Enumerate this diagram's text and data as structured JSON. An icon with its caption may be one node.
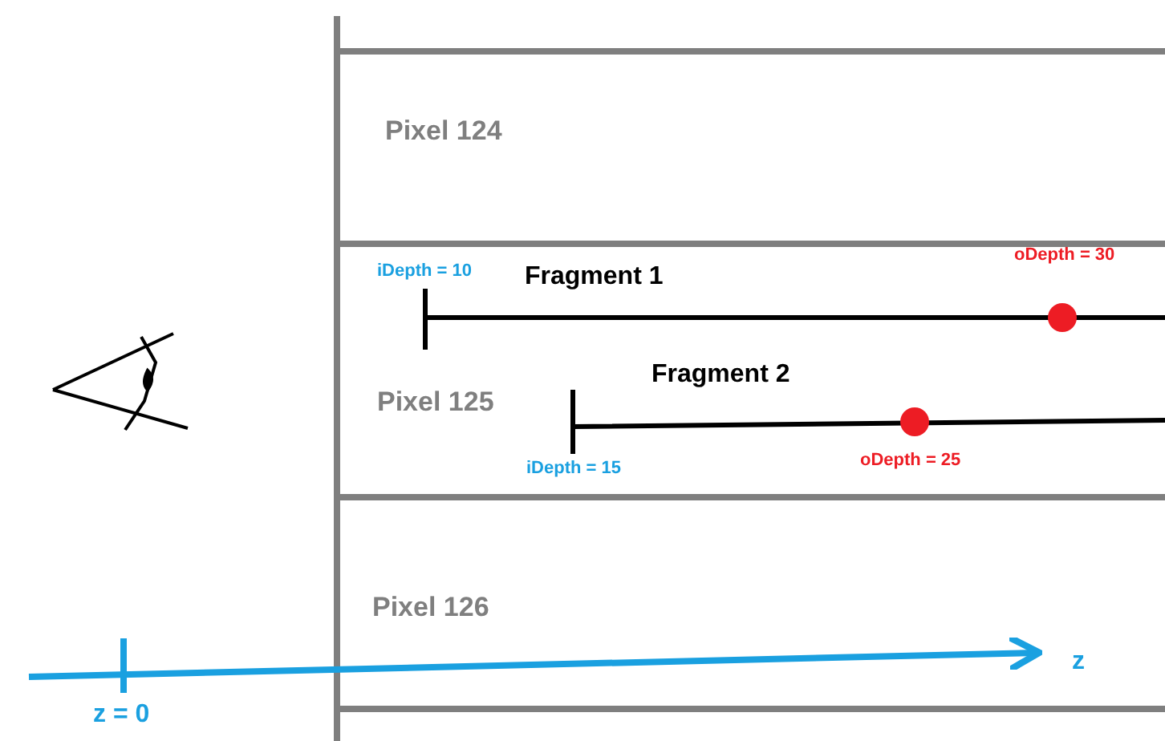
{
  "diagram": {
    "nodes": [
      {
        "text": [
          "Pixel 124"
        ]
      },
      {
        "text": [
          "Pixel 125"
        ]
      },
      {
        "text": [
          "Pixel 126"
        ]
      }
    ],
    "labels": [
      "iDepth = 10",
      "Fragment 1",
      "oDepth = 30",
      "Fragment 2",
      "iDepth = 15",
      "oDepth = 25",
      "z",
      "z = 0"
    ]
  }
}
